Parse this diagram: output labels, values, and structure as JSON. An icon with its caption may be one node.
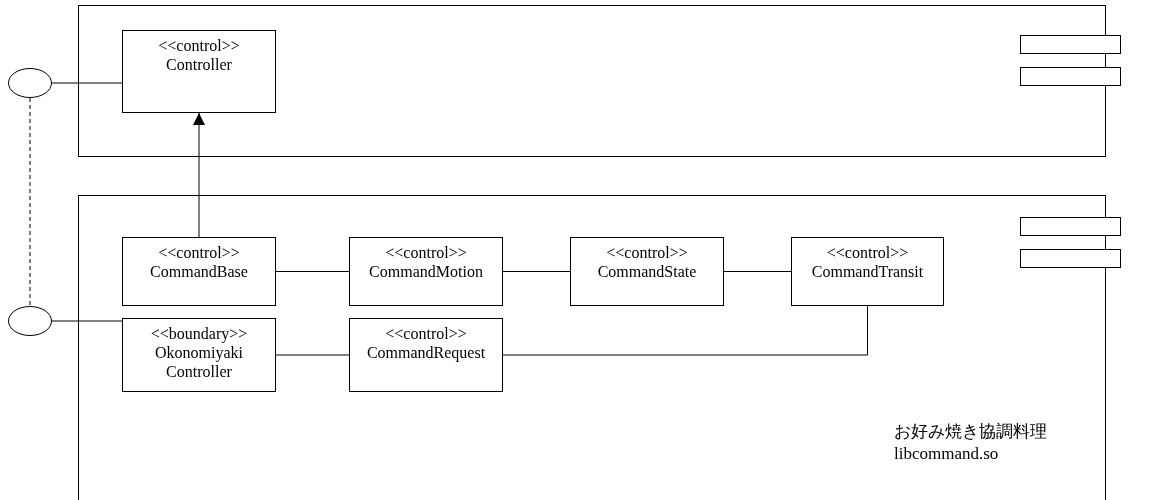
{
  "diagram": {
    "nodes": [
      {
        "text": [],
        "shape": "box"
      },
      {
        "text": [
          "<<control>>",
          "Controller"
        ],
        "in": 0
      },
      {
        "text": [
          "お好み焼き協調料理",
          "libcommand.so"
        ]
      },
      {
        "text": [
          "<<control>>",
          "CommandBase"
        ],
        "in": 2
      },
      {
        "text": [
          "<<control>>",
          "CommandMotion"
        ],
        "in": 2
      },
      {
        "text": [
          "<<control>>",
          "CommandState"
        ],
        "in": 2
      },
      {
        "text": [
          "<<control>>",
          "CommandTransit"
        ],
        "in": 2
      },
      {
        "text": [
          "<<boundary>>",
          "Okonomiyaki Controller"
        ],
        "in": 2
      },
      {
        "text": [
          "<<control>>",
          "CommandRequest"
        ],
        "in": 2
      },
      {
        "text": [],
        "shape": "circle"
      },
      {
        "text": [],
        "shape": "circle"
      }
    ],
    "edges": [
      {
        "from": 3,
        "to": 1,
        "arrow": "to"
      },
      {
        "from": 3,
        "to": 4,
        "arrow": "none"
      },
      {
        "from": 4,
        "to": 5,
        "arrow": "none"
      },
      {
        "from": 5,
        "to": 6,
        "arrow": "none"
      },
      {
        "from": 8,
        "to": 6,
        "arrow": "none"
      },
      {
        "from": 7,
        "to": 8,
        "arrow": "none"
      },
      {
        "from": 9,
        "to": 1,
        "arrow": "none"
      },
      {
        "from": 10,
        "to": 7,
        "arrow": "none"
      },
      {
        "from": 9,
        "to": 10,
        "arrow": "none",
        "style": "dashed"
      }
    ]
  }
}
